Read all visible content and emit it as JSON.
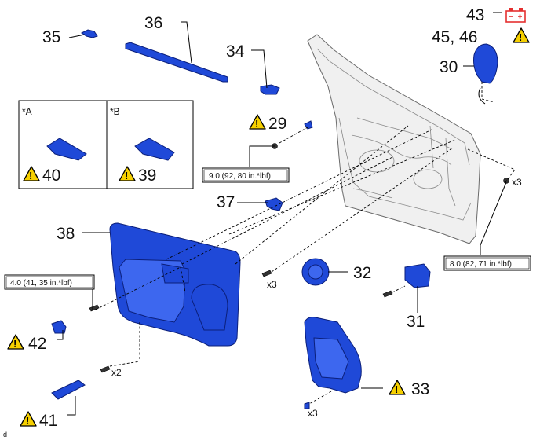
{
  "callouts": {
    "c29": "29",
    "c30": "30",
    "c31": "31",
    "c32": "32",
    "c33": "33",
    "c34": "34",
    "c35": "35",
    "c36": "36",
    "c37": "37",
    "c38": "38",
    "c39": "39",
    "c40": "40",
    "c41": "41",
    "c42": "42",
    "c43": "43",
    "c45_46": "45, 46"
  },
  "inset": {
    "label_a": "*A",
    "label_b": "*B"
  },
  "torque": {
    "t9": "9.0 (92, 80 in.*lbf)",
    "t8": "8.0 (82, 71 in.*lbf)",
    "t4": "4.0 (41, 35 in.*lbf)"
  },
  "quantities": {
    "q_top": "x3",
    "q_left": "x3",
    "q_screws": "x2",
    "q_bottom": "x3"
  },
  "footer": {
    "code": "d"
  },
  "icons": {
    "caution": "caution-triangle-icon",
    "battery": "battery-icon"
  },
  "colors": {
    "part_blue": "#1f49d8",
    "caution_yellow": "#f6d000",
    "battery_red": "#e53030"
  }
}
